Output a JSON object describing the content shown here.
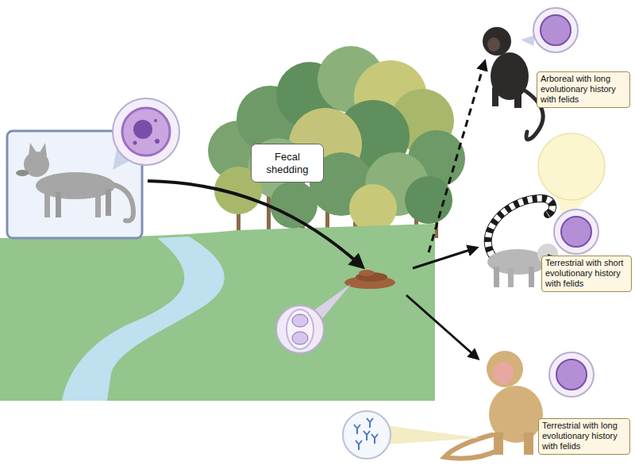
{
  "diagram": {
    "nodes": [
      {
        "text": [
          "Fecal shedding"
        ]
      },
      {
        "text": [
          "Arboreal with long evolutionary history with felids"
        ]
      },
      {
        "text": [
          "Terrestrial with short evolutionary history with felids"
        ]
      },
      {
        "text": [
          "Terrestrial with long evolutionary history with felids"
        ]
      }
    ]
  }
}
